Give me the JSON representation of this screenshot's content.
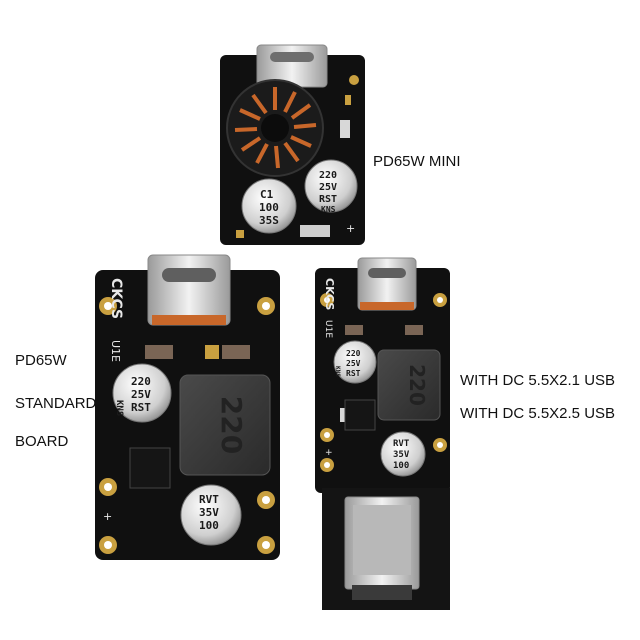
{
  "labels": {
    "mini": "PD65W MINI",
    "standard_line1": "PD65W",
    "standard_line2": "STANDARD",
    "standard_line3": "BOARD",
    "dc_21": "WITH DC 5.5X2.1 USB",
    "dc_25": "WITH DC 5.5X2.5 USB"
  },
  "mini_board": {
    "cap_left": [
      "C1",
      "100",
      "35S"
    ],
    "cap_right": [
      "220",
      "25V",
      "RST",
      "KNS"
    ],
    "plus": "+"
  },
  "standard_board": {
    "brand": "CKCS",
    "code": "U1E",
    "inductor": "220",
    "cap_top": [
      "220",
      "25V",
      "RST",
      "KNS"
    ],
    "cap_bottom": [
      "RVT",
      "35V",
      "100"
    ],
    "plus": "+"
  },
  "dc_board": {
    "brand": "CKCS",
    "code": "U1E",
    "inductor": "220",
    "cap_top": [
      "220",
      "25V",
      "RST",
      "KNS"
    ],
    "cap_bottom": [
      "RVT",
      "35V",
      "100"
    ],
    "plus": "+"
  },
  "colors": {
    "pcb": "#101010",
    "gold": "#c9a040",
    "copper": "#c8672a",
    "silver": "#d9d9d9"
  }
}
